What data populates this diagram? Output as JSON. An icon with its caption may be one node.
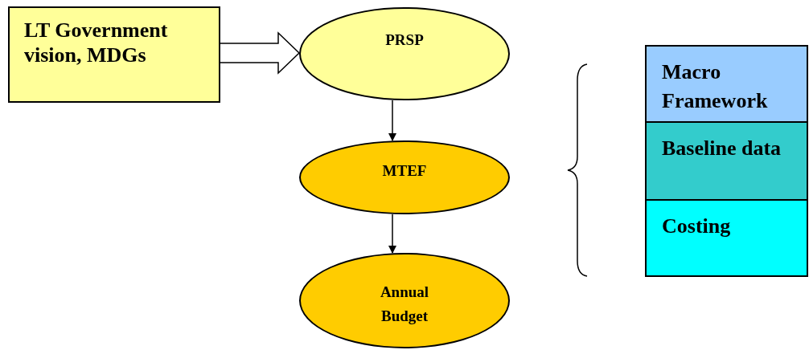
{
  "diagram": {
    "nodes": [
      {
        "text": [
          "LT Government vision, MDGs"
        ]
      },
      {
        "text": [
          "PRSP"
        ]
      },
      {
        "text": [
          "MTEF"
        ]
      },
      {
        "text": [
          "Annual Budget"
        ]
      },
      {
        "text": [
          "Macro Framework"
        ]
      },
      {
        "text": [
          "Baseline data"
        ]
      },
      {
        "text": [
          "Costing"
        ]
      }
    ],
    "edges": [
      {
        "from": 0,
        "to": 1,
        "arrow": "to",
        "style": "thick"
      },
      {
        "from": 1,
        "to": 2,
        "arrow": "to"
      },
      {
        "from": 2,
        "to": 3,
        "arrow": "to"
      }
    ]
  }
}
